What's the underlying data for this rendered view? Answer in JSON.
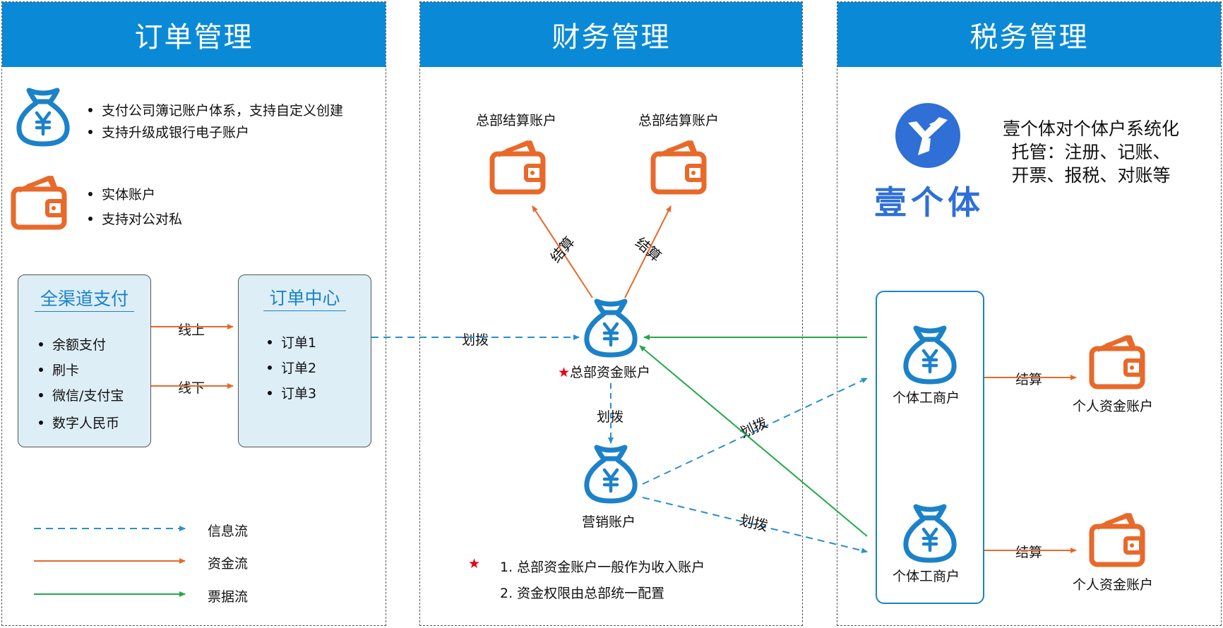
{
  "columns": {
    "order": "订单管理",
    "finance": "财务管理",
    "tax": "税务管理"
  },
  "order": {
    "bag_bullets": [
      "支付公司簿记账户体系，支持自定义创建",
      "支持升级成银行电子账户"
    ],
    "wallet_bullets": [
      "实体账户",
      "支持对公对私"
    ],
    "channel_card": {
      "title": "全渠道支付",
      "items": [
        "余额支付",
        "刷卡",
        "微信/支付宝",
        "数字人民币"
      ]
    },
    "order_card": {
      "title": "订单中心",
      "items": [
        "订单1",
        "订单2",
        "订单3"
      ]
    },
    "online_label": "线上",
    "offline_label": "线下",
    "legend": [
      {
        "label": "信息流",
        "style": "dashed",
        "color": "#2a8fd0"
      },
      {
        "label": "资金流",
        "style": "solid",
        "color": "#e8692a"
      },
      {
        "label": "票据流",
        "style": "solid",
        "color": "#22a84a"
      }
    ]
  },
  "finance": {
    "settle_account_left": "总部结算账户",
    "settle_account_right": "总部结算账户",
    "settle_label_left": "结算",
    "settle_label_right": "结算",
    "transfer_in_label": "划拨",
    "hq_account_star": "★",
    "hq_account": "总部资金账户",
    "transfer_down_label": "划拨",
    "marketing_account": "营销账户",
    "transfer_up_label": "划拨",
    "transfer_down_right_label": "划拨",
    "notes_star": "★",
    "notes": [
      "1. 总部资金账户一般作为收入账户",
      "2. 资金权限由总部统一配置"
    ]
  },
  "tax": {
    "brand": "壹个体",
    "description": [
      "壹个体对个体户系统化",
      "托管：注册、记账、",
      "开票、报税、对账等"
    ],
    "merchant_top": "个体工商户",
    "merchant_bottom": "个体工商户",
    "settle_top": "结算",
    "settle_bottom": "结算",
    "personal_top": "个人资金账户",
    "personal_bottom": "个人资金账户"
  },
  "colors": {
    "header": "#0a8ad6",
    "blue_icon": "#1b82c9",
    "orange": "#e8692a",
    "green": "#22a84a",
    "info_flow": "#2a8fd0",
    "star": "#e60012"
  }
}
